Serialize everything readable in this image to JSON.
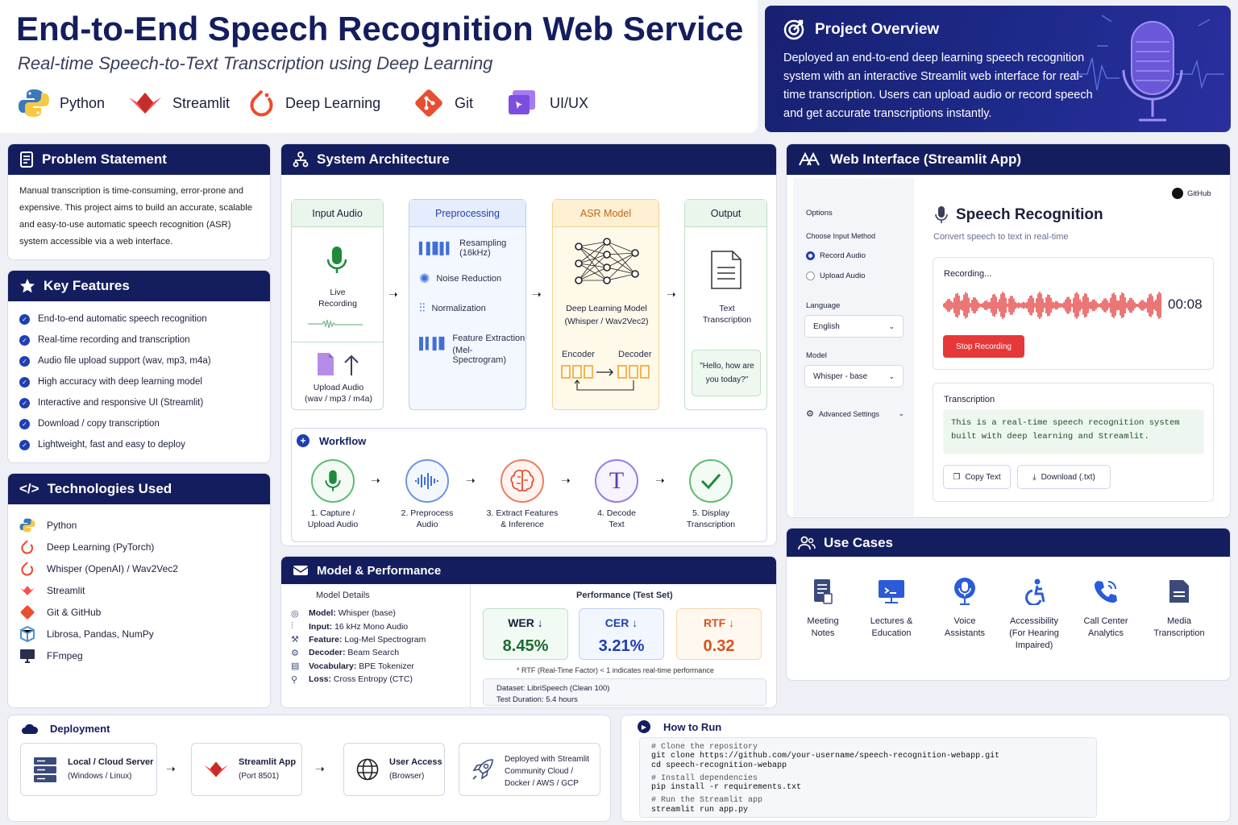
{
  "header": {
    "title": "End-to-End Speech Recognition Web Service",
    "subtitle": "Real-time Speech-to-Text Transcription using Deep Learning",
    "badges": [
      "Python",
      "Streamlit",
      "Deep Learning",
      "Git",
      "UI/UX"
    ]
  },
  "overview": {
    "title": "Project Overview",
    "text": "Deployed an end-to-end deep learning speech recognition system with an interactive Streamlit web interface for real-time transcription. Users can upload audio or record speech and get accurate transcriptions instantly."
  },
  "problem": {
    "title": "Problem Statement",
    "text": "Manual transcription is time-consuming, error-prone and expensive. This project aims to build an accurate, scalable and easy-to-use automatic speech recognition (ASR) system accessible via a web interface."
  },
  "features": {
    "title": "Key Features",
    "items": [
      "End-to-end automatic speech recognition",
      "Real-time recording and transcription",
      "Audio file upload support (wav, mp3, m4a)",
      "High accuracy with deep learning model",
      "Interactive and responsive UI (Streamlit)",
      "Download / copy transcription",
      "Lightweight, fast and easy to deploy"
    ]
  },
  "tech": {
    "title": "Technologies Used",
    "items": [
      "Python",
      "Deep Learning (PyTorch)",
      "Whisper (OpenAI) / Wav2Vec2",
      "Streamlit",
      "Git & GitHub",
      "Librosa, Pandas, NumPy",
      "FFmpeg"
    ]
  },
  "arch": {
    "title": "System Architecture",
    "input": {
      "title": "Input Audio",
      "live": "Live Recording",
      "upload": "Upload Audio",
      "formats": "(wav / mp3 / m4a)"
    },
    "pre": {
      "title": "Preprocessing",
      "items": [
        "Resampling (16kHz)",
        "Noise Reduction",
        "Normalization",
        "Feature Extraction",
        "(Mel-Spectrogram)"
      ]
    },
    "asr": {
      "title": "ASR Model",
      "model": "Deep Learning Model",
      "model2": "(Whisper / Wav2Vec2)",
      "encoder": "Encoder",
      "decoder": "Decoder"
    },
    "out": {
      "title": "Output",
      "text": "Text Transcription",
      "quote": "\"Hello, how are you today?\""
    }
  },
  "workflow": {
    "title": "Workflow",
    "steps": [
      {
        "l1": "1. Capture /",
        "l2": "Upload Audio"
      },
      {
        "l1": "2. Preprocess",
        "l2": "Audio"
      },
      {
        "l1": "3. Extract Features",
        "l2": "& Inference"
      },
      {
        "l1": "4. Decode",
        "l2": "Text"
      },
      {
        "l1": "5. Display",
        "l2": "Transcription"
      }
    ]
  },
  "model": {
    "title": "Model & Performance",
    "details_title": "Model Details",
    "details": [
      {
        "k": "Model:",
        "v": " Whisper (base)"
      },
      {
        "k": "Input:",
        "v": " 16 kHz Mono Audio"
      },
      {
        "k": "Feature:",
        "v": " Log-Mel Spectrogram"
      },
      {
        "k": "Decoder:",
        "v": " Beam Search"
      },
      {
        "k": "Vocabulary:",
        "v": " BPE Tokenizer"
      },
      {
        "k": "Loss:",
        "v": " Cross Entropy (CTC)"
      }
    ],
    "perf_title": "Performance (Test Set)",
    "wer_label": "WER ↓",
    "wer": "8.45%",
    "cer_label": "CER ↓",
    "cer": "3.21%",
    "rtf_label": "RTF ↓",
    "rtf": "0.32",
    "note": "* RTF (Real-Time Factor) < 1 indicates real-time performance",
    "dataset": "Dataset: LibriSpeech (Clean 100)",
    "duration": "Test Duration: 5.4 hours"
  },
  "web": {
    "title": "Web Interface (Streamlit App)",
    "options": "Options",
    "choose": "Choose Input Method",
    "record": "Record Audio",
    "upload": "Upload Audio",
    "language_label": "Language",
    "language": "English",
    "model_label": "Model",
    "model": "Whisper - base",
    "advanced": "Advanced Settings",
    "github": "GitHub",
    "app_title": "Speech Recognition",
    "app_sub": "Convert speech to text in real-time",
    "recording": "Recording...",
    "timer": "00:08",
    "stop": "Stop Recording",
    "trans_label": "Transcription",
    "trans_text": "This is a real-time speech recognition system built with deep learning and Streamlit.",
    "copy": "Copy Text",
    "download": "Download (.txt)"
  },
  "usecases": {
    "title": "Use Cases",
    "items": [
      {
        "l1": "Meeting",
        "l2": "Notes",
        "l3": ""
      },
      {
        "l1": "Lectures &",
        "l2": "Education",
        "l3": ""
      },
      {
        "l1": "Voice",
        "l2": "Assistants",
        "l3": ""
      },
      {
        "l1": "Accessibility",
        "l2": "(For Hearing",
        "l3": "Impaired)"
      },
      {
        "l1": "Call Center",
        "l2": "Analytics",
        "l3": ""
      },
      {
        "l1": "Media",
        "l2": "Transcription",
        "l3": ""
      }
    ]
  },
  "deploy": {
    "title": "Deployment",
    "items": [
      {
        "t1": "Local / Cloud Server",
        "t2": "(Windows / Linux)",
        "t3": ""
      },
      {
        "t1": "Streamlit App",
        "t2": "(Port 8501)",
        "t3": ""
      },
      {
        "t1": "User Access",
        "t2": "(Browser)",
        "t3": ""
      },
      {
        "t1": "",
        "t2": "Deployed with Streamlit Community Cloud /",
        "t3": "Docker / AWS / GCP"
      }
    ]
  },
  "run": {
    "title": "How to Run",
    "lines": [
      "# Clone the repository",
      "git clone https://github.com/your-username/speech-recognition-webapp.git",
      "cd speech-recognition-webapp",
      "",
      "# Install dependencies",
      "pip install -r requirements.txt",
      "",
      "# Run the Streamlit app",
      "streamlit run app.py"
    ]
  }
}
